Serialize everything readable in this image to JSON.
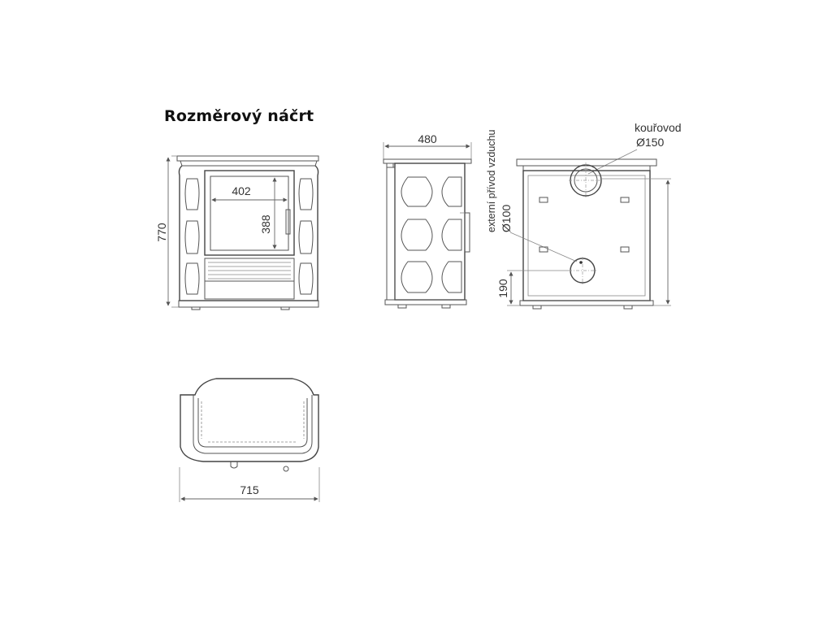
{
  "title": "Rozměrový náčrt",
  "front_view": {
    "height": "770",
    "door_width": "402",
    "door_height": "388"
  },
  "side_view": {
    "depth": "480",
    "air_inlet_label": "externí přívod vzduchu",
    "air_inlet_diameter": "Ø100"
  },
  "back_view": {
    "flue_label": "kouřovod",
    "flue_diameter": "Ø150",
    "inlet_height": "190"
  },
  "top_view": {
    "width": "715"
  },
  "colors": {
    "line": "#555555",
    "text": "#333333",
    "background": "#ffffff"
  }
}
